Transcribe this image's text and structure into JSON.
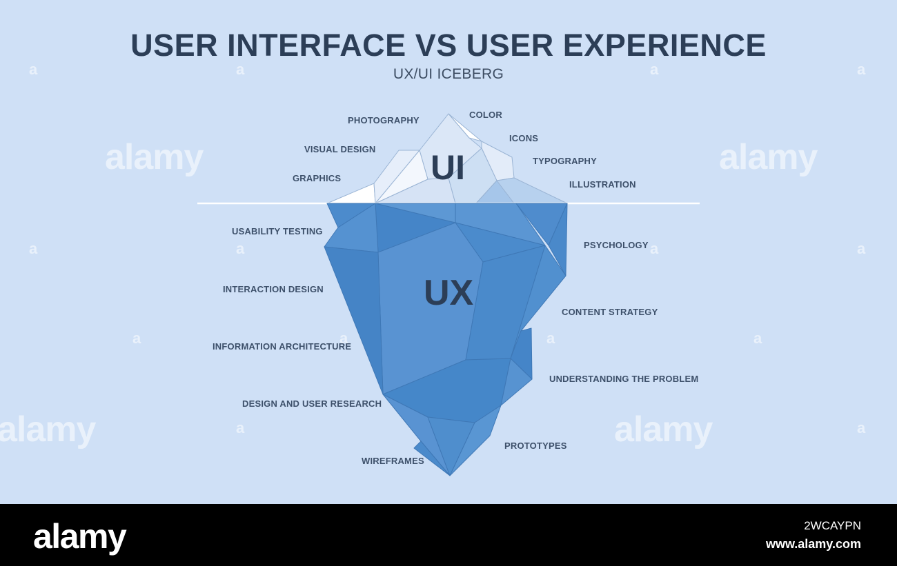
{
  "title": "USER INTERFACE VS USER EXPERIENCE",
  "subtitle": "UX/UI ICEBERG",
  "iceberg": {
    "top_label": "UI",
    "bottom_label": "UX",
    "ui_items": [
      "PHOTOGRAPHY",
      "COLOR",
      "VISUAL DESIGN",
      "ICONS",
      "TYPOGRAPHY",
      "GRAPHICS",
      "ILLUSTRATION"
    ],
    "ux_left_items": [
      "USABILITY TESTING",
      "INTERACTION DESIGN",
      "INFORMATION ARCHITECTURE",
      "DESIGN AND USER RESEARCH",
      "WIREFRAMES"
    ],
    "ux_right_items": [
      "PSYCHOLOGY",
      "CONTENT STRATEGY",
      "UNDERSTANDING THE PROBLEM",
      "PROTOTYPES"
    ]
  },
  "watermark": {
    "text": "alamy",
    "small": "a"
  },
  "footer": {
    "logo": "alamy",
    "image_id": "2WCAYPN",
    "url": "www.alamy.com"
  },
  "colors": {
    "background": "#cfe0f6",
    "title": "#2c3e57",
    "iceberg_deep": "#4a8acb",
    "iceberg_light": "#5a96d3",
    "waterline": "#ffffff",
    "footer": "#000000"
  }
}
